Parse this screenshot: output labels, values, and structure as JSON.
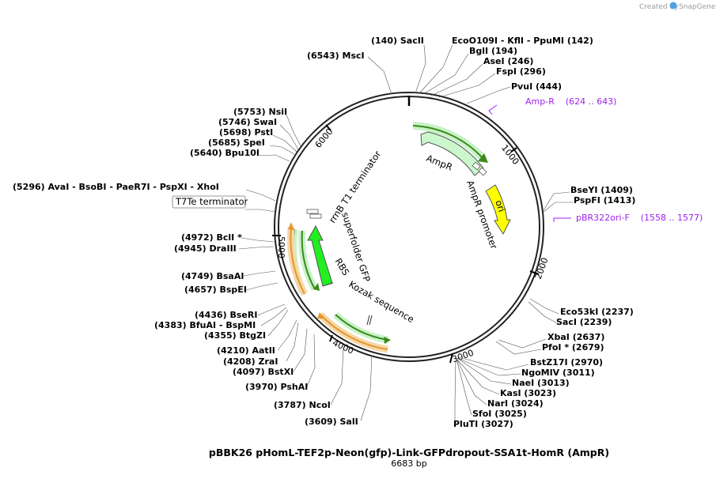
{
  "credit": {
    "prefix": "Created by",
    "brand": "SnapGene"
  },
  "plasmid": {
    "name": "pBBK26 pHomL-TEF2p-Neon(gfp)-Link-GFPdropout-SSA1t-HomR (AmpR)",
    "size_label": "6683 bp",
    "length": 6683
  },
  "ticks": [
    "1000",
    "2000",
    "3000",
    "4000",
    "5000",
    "6000"
  ],
  "sites": [
    {
      "text": "(140)  SacII"
    },
    {
      "text": "EcoO109I  - KflI  - PpuMI  (142)"
    },
    {
      "text": "BglI  (194)"
    },
    {
      "text": "AseI  (246)"
    },
    {
      "text": "FspI  (296)"
    },
    {
      "text": "PvuI  (444)"
    },
    {
      "text": "(6543)  MscI"
    },
    {
      "text": "(5753)  NsiI"
    },
    {
      "text": "(5746)  SwaI"
    },
    {
      "text": "(5698)  PstI"
    },
    {
      "text": "(5685)  SpeI"
    },
    {
      "text": "(5640)  Bpu10I"
    },
    {
      "text": "(5296)  AvaI  - BsoBI  - PaeR7I  - PspXI  - XhoI"
    },
    {
      "text": "(4972)  BclI *"
    },
    {
      "text": "(4945)  DraIII"
    },
    {
      "text": "(4749)  BsaAI"
    },
    {
      "text": "(4657)  BspEI"
    },
    {
      "text": "(4436)  BseRI"
    },
    {
      "text": "(4383)  BfuAI  - BspMI"
    },
    {
      "text": "(4355)  BtgZI"
    },
    {
      "text": "(4210)  AatII"
    },
    {
      "text": "(4208)  ZraI"
    },
    {
      "text": "(4097)  BstXI"
    },
    {
      "text": "(3970)  PshAI"
    },
    {
      "text": "(3787)  NcoI"
    },
    {
      "text": "(3609)  SalI"
    },
    {
      "text": "BseYI  (1409)"
    },
    {
      "text": "PspFI  (1413)"
    },
    {
      "text": "Eco53kI  (2237)"
    },
    {
      "text": "SacI  (2239)"
    },
    {
      "text": "XbaI  (2637)"
    },
    {
      "text": "PfoI *  (2679)"
    },
    {
      "text": "BstZ17I  (2970)"
    },
    {
      "text": "NgoMIV  (3011)"
    },
    {
      "text": "NaeI  (3013)"
    },
    {
      "text": "KasI  (3023)"
    },
    {
      "text": "NarI  (3024)"
    },
    {
      "text": "SfoI  (3025)"
    },
    {
      "text": "PluTI  (3027)"
    }
  ],
  "primers": [
    {
      "text": "Amp-R    (624 .. 643)"
    },
    {
      "text": "pBR322ori-F    (1558 .. 1577)"
    }
  ],
  "boxed_label": "T7Te terminator",
  "features": {
    "ampr": "AmpR",
    "ampr_promoter": "AmpR promoter",
    "ori": "ori",
    "rrnb": "rrnB T1 terminator",
    "sfgfp": "superfolder GFP",
    "rbs": "RBS",
    "kozak": "Kozak sequence"
  },
  "colors": {
    "backbone": "#222222",
    "ampr_fill": "#ccf7cc",
    "ori_fill": "#ffff00",
    "gfp_fill": "#22ee22",
    "green_arrow": "#3a8a1a",
    "orange_arrow": "#e6962c",
    "primer": "#a020f0"
  }
}
